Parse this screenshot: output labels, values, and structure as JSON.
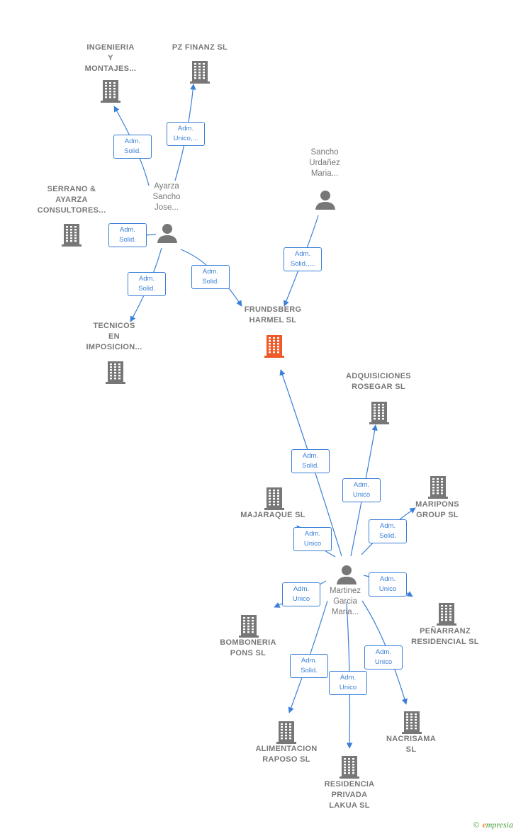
{
  "colors": {
    "edge": "#3a7fd8",
    "node": "#777777",
    "focus": "#f05a28"
  },
  "nodes": [
    {
      "id": "ingenieria",
      "kind": "company",
      "label": "INGENIERIA\nY\nMONTAJES...",
      "icon": "building-icon"
    },
    {
      "id": "pzfinanz",
      "kind": "company",
      "label": "PZ FINANZ SL",
      "icon": "building-icon"
    },
    {
      "id": "serrano",
      "kind": "company",
      "label": "SERRANO &\nAYARZA\nCONSULTORES...",
      "icon": "building-icon"
    },
    {
      "id": "ayarza",
      "kind": "person",
      "label": "Ayarza\nSancho\nJose...",
      "icon": "person-icon"
    },
    {
      "id": "sancho",
      "kind": "person",
      "label": "Sancho\nUrdañez\nMaria...",
      "icon": "person-icon"
    },
    {
      "id": "tecnicos",
      "kind": "company",
      "label": "TECNICOS\nEN\nIMPOSICION...",
      "icon": "building-icon"
    },
    {
      "id": "frundsberg",
      "kind": "focus",
      "label": "FRUNDSBERG\nHARMEL  SL",
      "icon": "building-icon"
    },
    {
      "id": "adquisiciones",
      "kind": "company",
      "label": "ADQUISICIONES\nROSEGAR  SL",
      "icon": "building-icon"
    },
    {
      "id": "majaraque",
      "kind": "company",
      "label": "MAJARAQUE SL",
      "icon": "building-icon"
    },
    {
      "id": "maripons",
      "kind": "company",
      "label": "MARIPONS\nGROUP  SL",
      "icon": "building-icon"
    },
    {
      "id": "martinez",
      "kind": "person",
      "label": "Martinez\nGarcia\nMaria...",
      "icon": "person-icon"
    },
    {
      "id": "bomboneria",
      "kind": "company",
      "label": "BOMBONERIA\nPONS  SL",
      "icon": "building-icon"
    },
    {
      "id": "penarranz",
      "kind": "company",
      "label": "PEÑARRANZ\nRESIDENCIAL SL",
      "icon": "building-icon"
    },
    {
      "id": "alimentacion",
      "kind": "company",
      "label": "ALIMENTACION\nRAPOSO  SL",
      "icon": "building-icon"
    },
    {
      "id": "nacrisama",
      "kind": "company",
      "label": "NACRISAMA\nSL",
      "icon": "building-icon"
    },
    {
      "id": "residencia",
      "kind": "company",
      "label": "RESIDENCIA\nPRIVADA\nLAKUA SL",
      "icon": "building-icon"
    }
  ],
  "edges": [
    {
      "from": "ayarza",
      "to": "ingenieria",
      "label": "Adm.\nSolid."
    },
    {
      "from": "ayarza",
      "to": "pzfinanz",
      "label": "Adm.\nUnico,..."
    },
    {
      "from": "ayarza",
      "to": "serrano",
      "label": "Adm.\nSolid."
    },
    {
      "from": "ayarza",
      "to": "tecnicos",
      "label": "Adm.\nSolid."
    },
    {
      "from": "ayarza",
      "to": "frundsberg",
      "label": "Adm.\nSolid."
    },
    {
      "from": "sancho",
      "to": "frundsberg",
      "label": "Adm.\nSolid.,..."
    },
    {
      "from": "martinez",
      "to": "frundsberg",
      "label": "Adm.\nSolid."
    },
    {
      "from": "martinez",
      "to": "adquisiciones",
      "label": "Adm.\nUnico"
    },
    {
      "from": "martinez",
      "to": "maripons",
      "label": "Adm.\nSolid."
    },
    {
      "from": "martinez",
      "to": "majaraque",
      "label": "Adm.\nUnico"
    },
    {
      "from": "martinez",
      "to": "penarranz",
      "label": "Adm.\nUnico"
    },
    {
      "from": "martinez",
      "to": "bomboneria",
      "label": "Adm.\nUnico"
    },
    {
      "from": "martinez",
      "to": "alimentacion",
      "label": "Adm.\nSolid."
    },
    {
      "from": "martinez",
      "to": "residencia",
      "label": "Adm.\nUnico"
    },
    {
      "from": "martinez",
      "to": "nacrisama",
      "label": "Adm.\nUnico"
    }
  ],
  "footer": {
    "copyright": "©",
    "brand_initial": "e",
    "brand_rest": "mpresia"
  }
}
